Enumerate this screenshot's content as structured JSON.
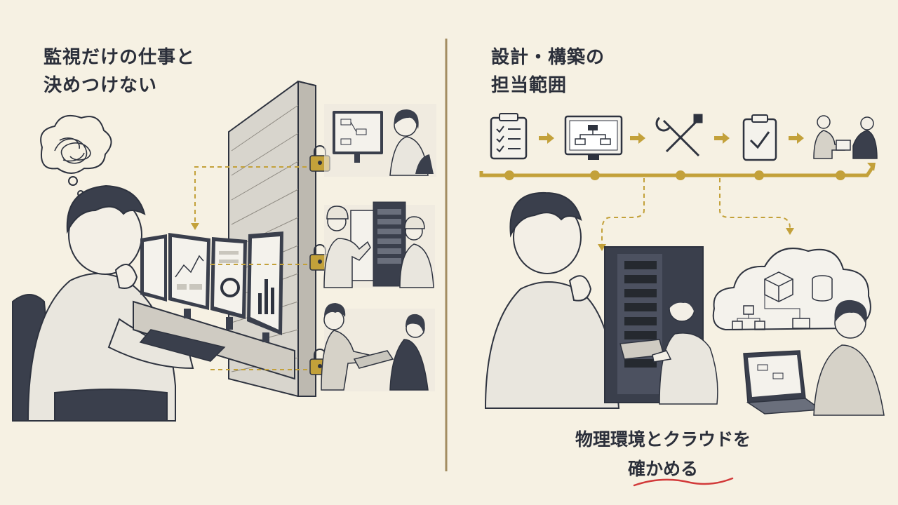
{
  "left_panel": {
    "heading_lines": [
      "監視だけの仕事と",
      "決めつけない"
    ]
  },
  "right_panel": {
    "heading_lines": [
      "設計・構築の",
      "担当範囲"
    ],
    "process_icons": [
      "checklist-icon",
      "monitor-diagram-icon",
      "tools-icon",
      "clipboard-check-icon",
      "handover-icon"
    ],
    "caption_lines": [
      "物理環境とクラウドを",
      "確かめる"
    ]
  },
  "colors": {
    "background": "#f6f1e3",
    "ink": "#2e333f",
    "gold": "#c3a13a",
    "accent_red": "#d23a3a"
  }
}
